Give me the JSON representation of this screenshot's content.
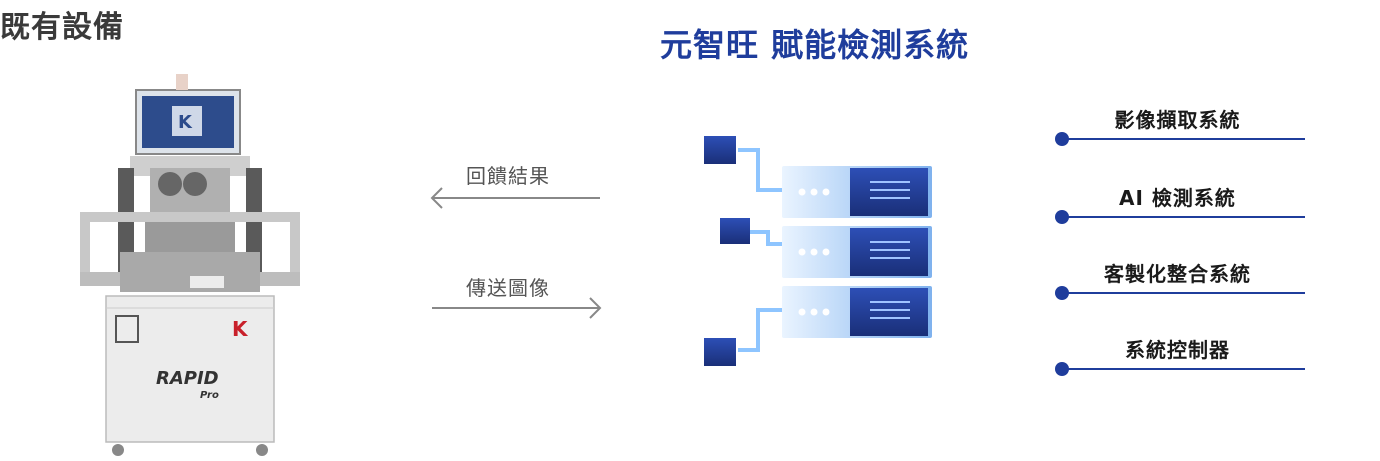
{
  "left_title": "既有設備",
  "center_title": "元智旺 賦能檢測系統",
  "flow": {
    "feedback_label": "回饋結果",
    "send_label": "傳送圖像"
  },
  "machine": {
    "brand_text": "RAPID",
    "brand_sub": "Pro"
  },
  "systems": [
    {
      "label": "影像擷取系統"
    },
    {
      "label": "AI 檢測系統"
    },
    {
      "label": "客製化整合系統"
    },
    {
      "label": "系統控制器"
    }
  ],
  "colors": {
    "accent": "#1f3d9c",
    "server_glow": "#8ec5ff"
  }
}
